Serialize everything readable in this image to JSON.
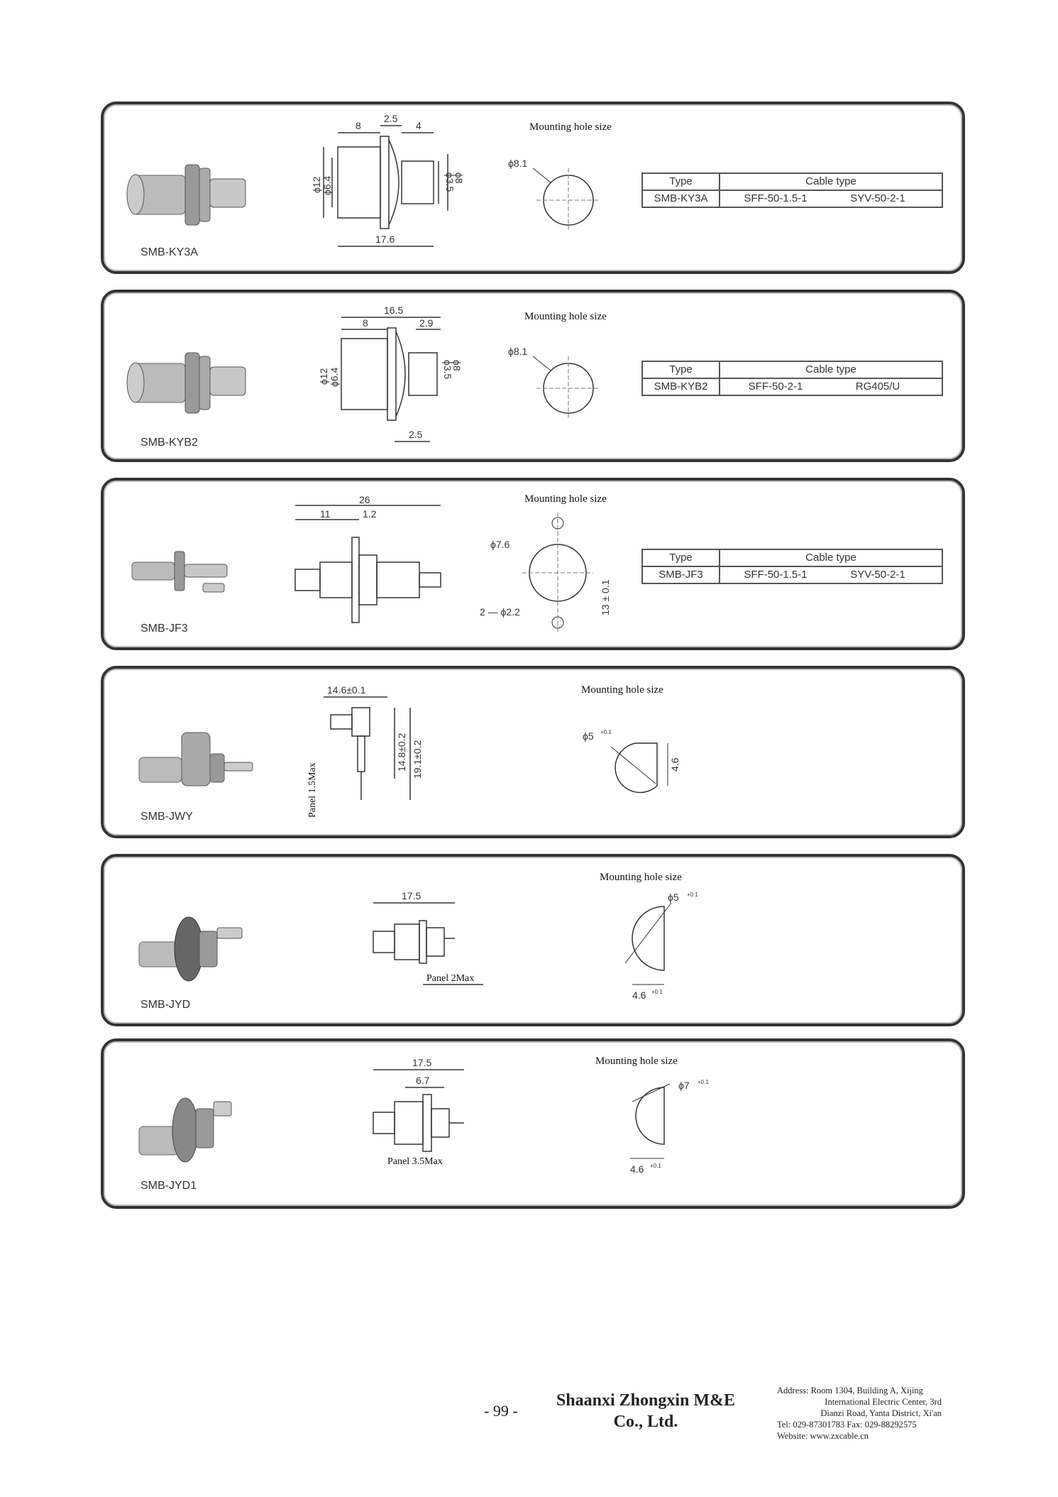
{
  "mount_title": "Mounting hole size",
  "table_headers": {
    "type": "Type",
    "cable": "Cable type"
  },
  "products": [
    {
      "model": "SMB-KY3A",
      "cable1": "SFF-50-1.5-1",
      "cable2": "SYV-50-2-1",
      "dims": {
        "d1": "8",
        "d2": "2.5",
        "d3": "4",
        "d4": "17.6",
        "dia1": "ϕ12",
        "dia2": "ϕ6.4",
        "dia3": "ϕ3.5",
        "dia4": "ϕ8",
        "hole": "ϕ8.1"
      }
    },
    {
      "model": "SMB-KYB2",
      "cable1": "SFF-50-2-1",
      "cable2": "RG405/U",
      "dims": {
        "d1": "16.5",
        "d2": "8",
        "d3": "2.9",
        "d4": "2.5",
        "dia1": "ϕ12",
        "dia2": "ϕ6.4",
        "dia3": "ϕ3.5",
        "dia4": "ϕ8",
        "hole": "ϕ8.1"
      }
    },
    {
      "model": "SMB-JF3",
      "cable1": "SFF-50-1.5-1",
      "cable2": "SYV-50-2-1",
      "dims": {
        "d1": "26",
        "d2": "11",
        "d3": "1.2",
        "hole": "ϕ7.6",
        "holes2": "2 — ϕ2.2",
        "spacing": "13 ± 0.1"
      }
    },
    {
      "model": "SMB-JWY",
      "dims": {
        "d1": "14.6±0.1",
        "d2": "14.8±0.2",
        "d3": "19.1±0.2",
        "panel": "Panel 1.5Max",
        "hole": "ϕ5",
        "tol": "+0.1",
        "flat": "4.6"
      }
    },
    {
      "model": "SMB-JYD",
      "dims": {
        "d1": "17.5",
        "panel": "Panel 2Max",
        "hole": "ϕ5",
        "tol": "+0.1",
        "flat": "4.6"
      }
    },
    {
      "model": "SMB-JYD1",
      "dims": {
        "d1": "17.5",
        "d2": "6.7",
        "panel": "Panel 3.5Max",
        "hole": "ϕ7",
        "tol": "+0.1",
        "flat": "4.6"
      }
    }
  ],
  "footer": {
    "page": "- 99 -",
    "company_line1": "Shaanxi Zhongxin M&E",
    "company_line2": "Co., Ltd.",
    "address": [
      "Address: Room 1304, Building A, Xijing",
      "International Electric Center, 3rd",
      "Dianzi Road, Yanta District, Xi'an",
      "Tel: 029-87301783    Fax: 029-88292575",
      "Website: www.zxcable.cn"
    ]
  }
}
